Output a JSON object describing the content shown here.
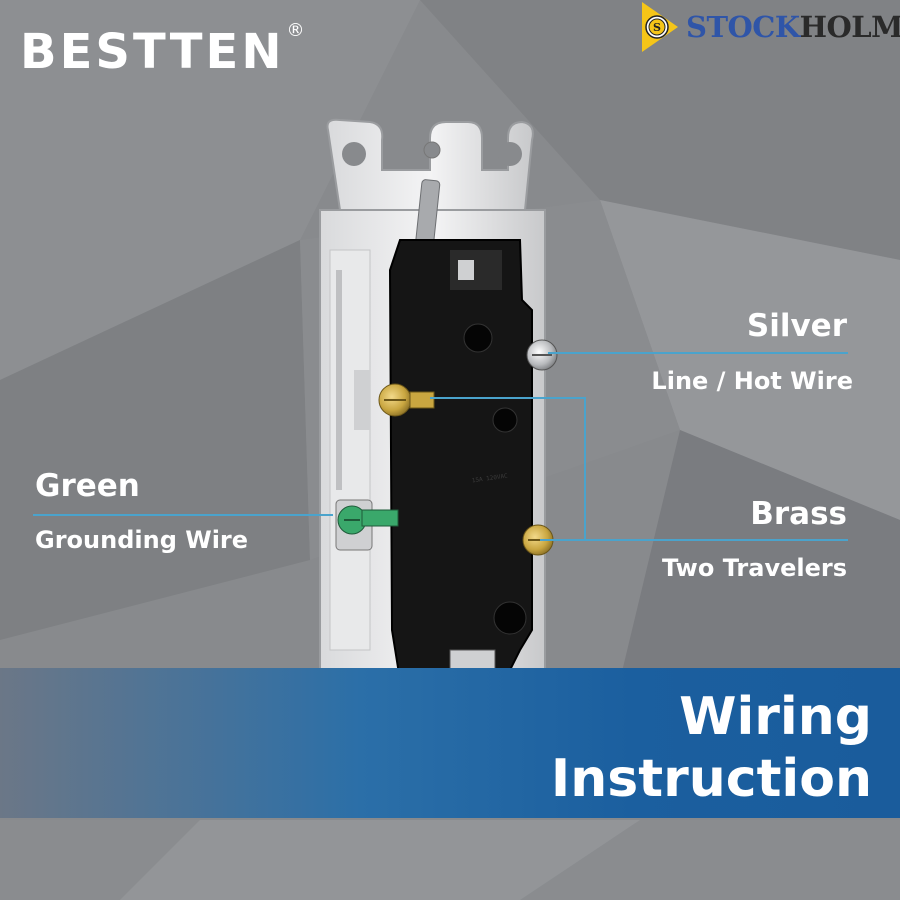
{
  "brand": {
    "name": "BESTTEN",
    "mark": "®"
  },
  "watermark": {
    "part1": "STOCK",
    "part2": "HOLM",
    "logo_icon": "s-coin-logo-icon"
  },
  "labels": {
    "silver": {
      "title": "Silver",
      "subtitle": "Line / Hot Wire"
    },
    "brass": {
      "title": "Brass",
      "subtitle": "Two Travelers"
    },
    "green": {
      "title": "Green",
      "subtitle": "Grounding Wire"
    }
  },
  "banner": {
    "line1": "Wiring",
    "line2": "Instruction"
  },
  "colors": {
    "accent_line": "#4aa3cc",
    "banner_blue": "#1b5f9f",
    "background": "#888a8d",
    "brass": "#c9a640",
    "green_screw": "#3aa86b"
  }
}
